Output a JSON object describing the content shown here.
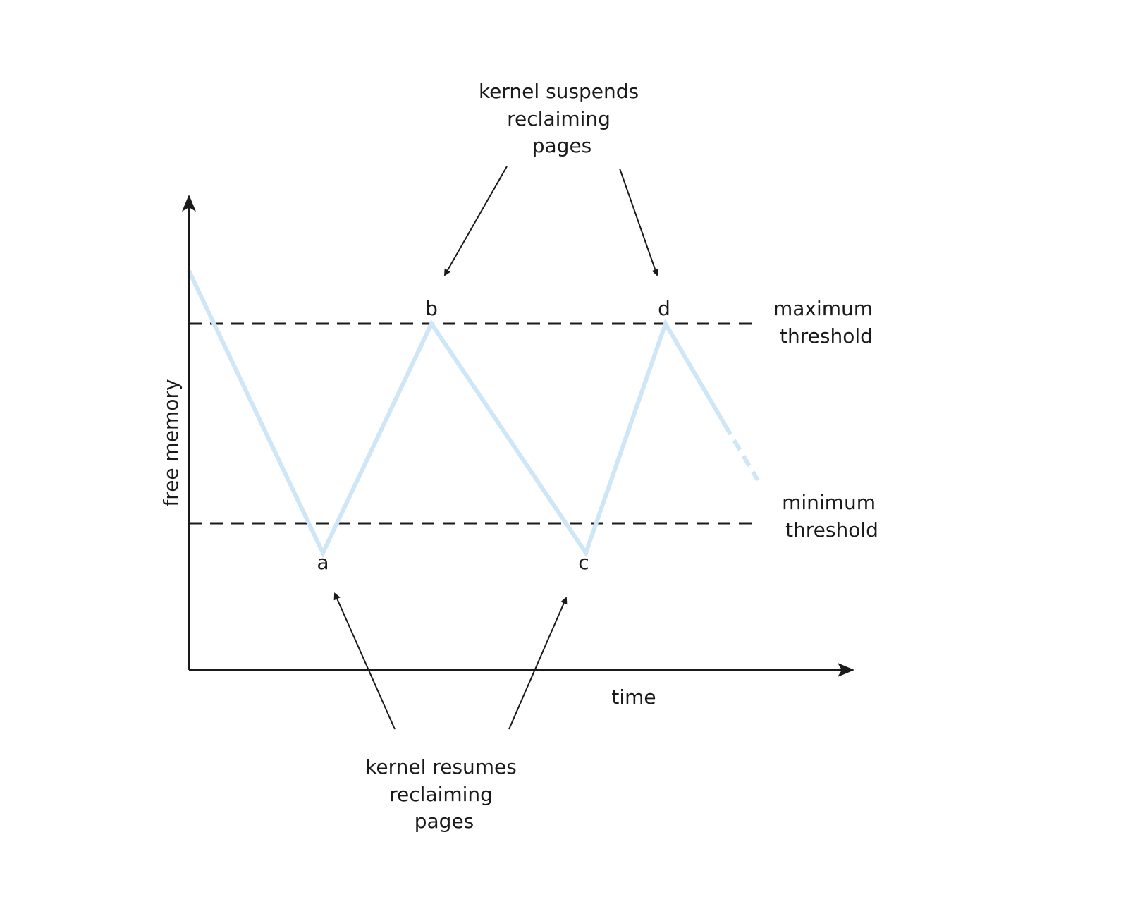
{
  "axes": {
    "y_label": "free memory",
    "x_label": "time"
  },
  "thresholds": {
    "maximum": [
      "maximum",
      "threshold"
    ],
    "minimum": [
      "minimum",
      "threshold"
    ]
  },
  "points": {
    "a": "a",
    "b": "b",
    "c": "c",
    "d": "d"
  },
  "annotations": {
    "suspend": [
      "kernel suspends",
      "reclaiming",
      "pages"
    ],
    "resume": [
      "kernel resumes",
      "reclaiming",
      "pages"
    ]
  },
  "colors": {
    "curve": "#cfe6f6",
    "axis": "#1a1a1a",
    "threshold": "#1a1a1a"
  }
}
